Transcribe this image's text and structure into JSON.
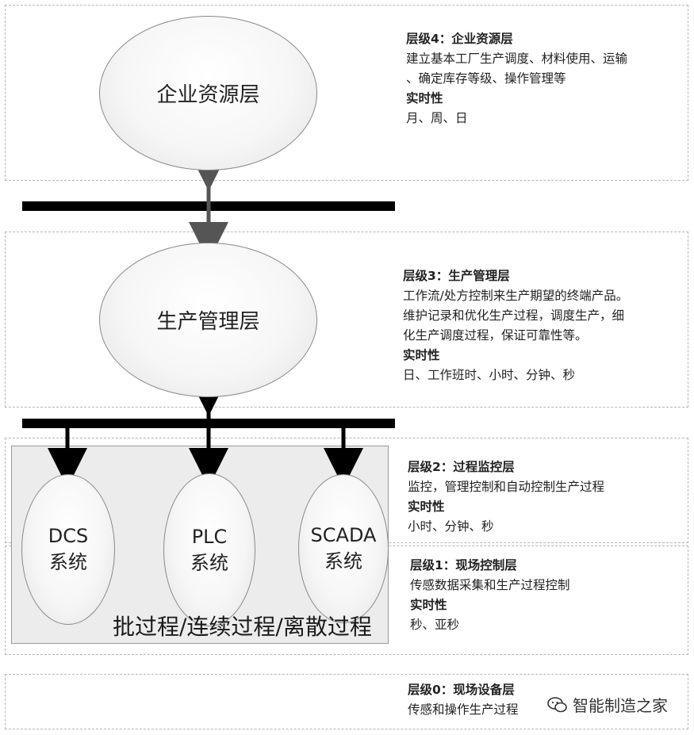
{
  "levels": {
    "level4": {
      "title": "层级4：企业资源层",
      "desc1": "建立基本工厂生产调度、材料使用、运输",
      "desc2": "、确定库存等级、操作管理等",
      "rt_label": "实时性",
      "rt_value": "月、周、日"
    },
    "level3": {
      "title": "层级3：生产管理层",
      "desc1": "工作流/处方控制来生产期望的终端产品。",
      "desc2": "维护记录和优化生产过程，调度生产，细",
      "desc3": "化生产调度过程，保证可靠性等。",
      "rt_label": "实时性",
      "rt_value": "日、工作班时、小时、分钟、秒"
    },
    "level2": {
      "title": "层级2：过程监控层",
      "desc1": "监控，管理控制和自动控制生产过程",
      "rt_label": "实时性",
      "rt_value": "小时、分钟、秒"
    },
    "level1": {
      "title": "层级1：现场控制层",
      "desc1": "传感数据采集和生产过程控制",
      "rt_label": "实时性",
      "rt_value": "秒、亚秒"
    },
    "level0": {
      "title": "层级0：现场设备层",
      "desc1": "传感和操作生产过程"
    }
  },
  "nodes": {
    "erp": "企业资源层",
    "mes": "生产管理层",
    "dcs_line1": "DCS",
    "dcs_line2": "系统",
    "plc_line1": "PLC",
    "plc_line2": "系统",
    "scada_line1": "SCADA",
    "scada_line2": "系统"
  },
  "process_label": "批过程/连续过程/离散过程",
  "watermark": {
    "icon": "wechat-icon",
    "text": "智能制造之家"
  }
}
